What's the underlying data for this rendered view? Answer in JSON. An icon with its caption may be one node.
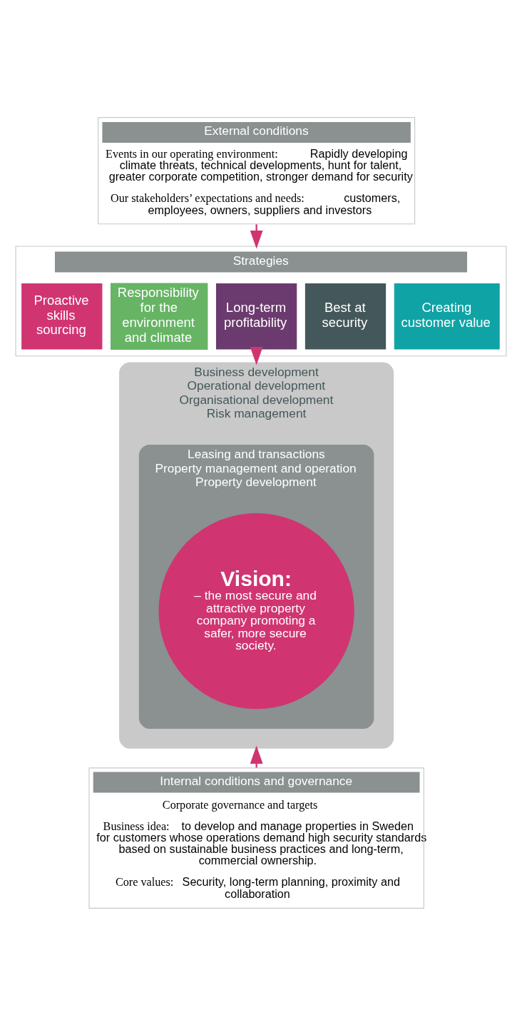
{
  "diagram": {
    "nodes": [
      {
        "text": [
          "External conditions",
          "**Events in our operating environment:** Rapidly developing climate threats, technical developments, hunt for talent, greater corporate competition, stronger demand for security",
          "**Our stakeholders’ expectations and needs:** customers, employees, owners, suppliers and investors"
        ]
      },
      {
        "text": [
          "Strategies"
        ]
      },
      {
        "text": [
          "Creating customer value"
        ],
        "in": 1
      },
      {
        "text": [
          "Best at security"
        ],
        "in": 1
      },
      {
        "text": [
          "Long-term profitability"
        ],
        "in": 1
      },
      {
        "text": [
          "Responsibility for the environment and climate"
        ],
        "in": 1
      },
      {
        "text": [
          "Proactive skills sourcing"
        ],
        "in": 1
      },
      {
        "text": [
          "Business development",
          "Operational development",
          "Organisational development",
          "Risk management"
        ]
      },
      {
        "text": [
          "Leasing and transactions",
          "Property management and operation",
          "Property development"
        ],
        "in": 7
      },
      {
        "text": [
          "Vision:",
          "– the most secure and attractive property company promoting a safer, more secure society."
        ],
        "in": 8
      },
      {
        "text": [
          "Internal conditions and governance",
          "Corporate governance and targets",
          "**Business idea:** to develop and manage properties in Sweden for customers whose operations demand high security standards based on sustainable business practices and long-term, commercial ownership.",
          "**Core values:** Security, long-term planning, proximity and collaboration"
        ]
      }
    ],
    "edges": [
      {
        "from": 0,
        "to": 1,
        "arrow": "to"
      },
      {
        "from": 1,
        "to": 7,
        "arrow": "to"
      },
      {
        "from": 10,
        "to": 7,
        "arrow": "to"
      }
    ]
  }
}
